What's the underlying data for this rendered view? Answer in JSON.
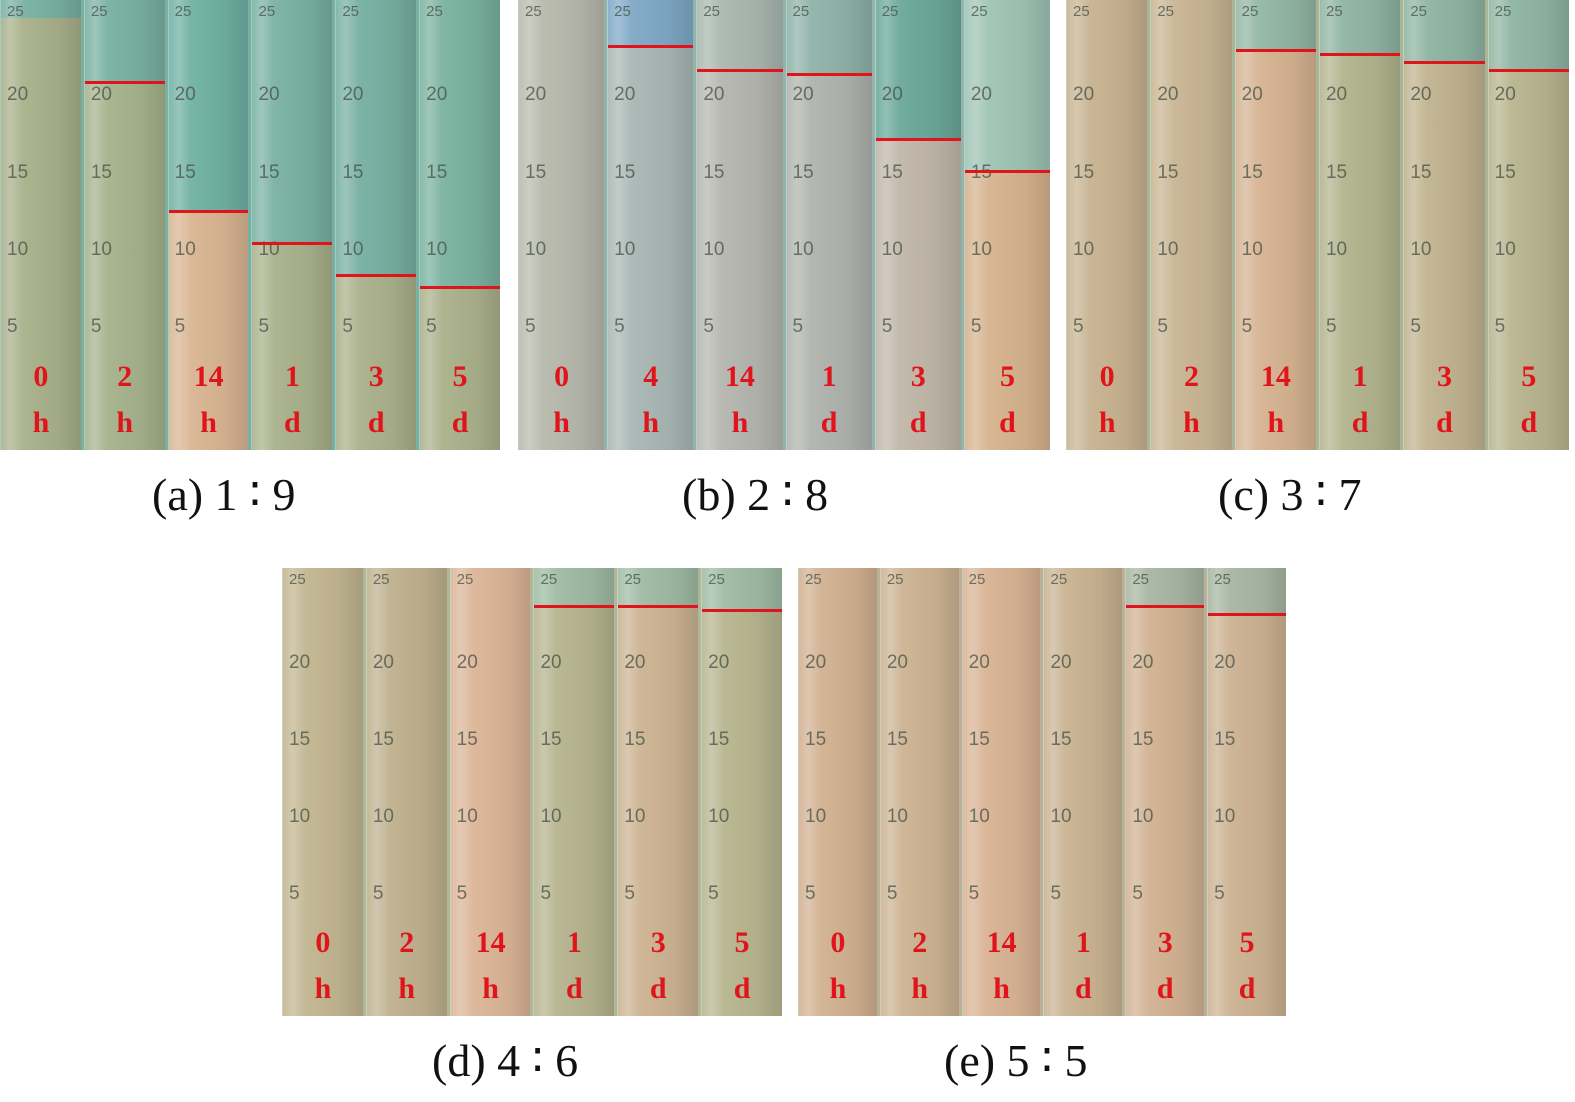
{
  "panels": [
    {
      "caption": "(a) 1 ∶ 9",
      "bg": "#78b1a2",
      "cylinders": [
        {
          "num": "0",
          "unit": "h",
          "settled": 1.0,
          "bottom": "#a8b08a",
          "top": "#78b1a2"
        },
        {
          "num": "2",
          "unit": "h",
          "settled": 0.84,
          "bottom": "#a6b28c",
          "top": "#78b1a2"
        },
        {
          "num": "14",
          "unit": "h",
          "settled": 0.52,
          "bottom": "#d9b592",
          "top": "#6fb1a3"
        },
        {
          "num": "1",
          "unit": "d",
          "settled": 0.44,
          "bottom": "#a9b18b",
          "top": "#79b1a3"
        },
        {
          "num": "3",
          "unit": "d",
          "settled": 0.36,
          "bottom": "#aab18b",
          "top": "#77b0a2"
        },
        {
          "num": "5",
          "unit": "d",
          "settled": 0.33,
          "bottom": "#aab18b",
          "top": "#7ab29f"
        }
      ]
    },
    {
      "caption": "(b) 2 ∶ 8",
      "bg": "#8fb5ad",
      "cylinders": [
        {
          "num": "0",
          "unit": "h",
          "settled": 1.0,
          "bottom": "#b8b9ad",
          "top": "#b8b9ad"
        },
        {
          "num": "4",
          "unit": "h",
          "settled": 0.93,
          "bottom": "#a9b7b4",
          "top": "#7fa9c6"
        },
        {
          "num": "14",
          "unit": "h",
          "settled": 0.87,
          "bottom": "#b6b6b0",
          "top": "#a8b8b0"
        },
        {
          "num": "1",
          "unit": "d",
          "settled": 0.86,
          "bottom": "#b0b3ae",
          "top": "#8fb3a9"
        },
        {
          "num": "3",
          "unit": "d",
          "settled": 0.7,
          "bottom": "#c0b7a8",
          "top": "#6aa89a"
        },
        {
          "num": "5",
          "unit": "d",
          "settled": 0.62,
          "bottom": "#d6b38e",
          "top": "#9ec4b4"
        }
      ]
    },
    {
      "caption": "(c) 3 ∶ 7",
      "bg": "#a9b597",
      "cylinders": [
        {
          "num": "0",
          "unit": "h",
          "settled": 1.0,
          "bottom": "#c8b390",
          "top": "#c8b390"
        },
        {
          "num": "2",
          "unit": "h",
          "settled": 1.0,
          "bottom": "#c9b593",
          "top": "#c9b593"
        },
        {
          "num": "14",
          "unit": "h",
          "settled": 0.92,
          "bottom": "#d6b392",
          "top": "#93b7a4"
        },
        {
          "num": "1",
          "unit": "d",
          "settled": 0.91,
          "bottom": "#b2b48e",
          "top": "#8fb5a3"
        },
        {
          "num": "3",
          "unit": "d",
          "settled": 0.89,
          "bottom": "#c0b38f",
          "top": "#8fb5a3"
        },
        {
          "num": "5",
          "unit": "d",
          "settled": 0.87,
          "bottom": "#b9b48f",
          "top": "#8fb5a3"
        }
      ]
    },
    {
      "caption": "(d) 4 ∶ 6",
      "bg": "#aeb898",
      "cylinders": [
        {
          "num": "0",
          "unit": "h",
          "settled": 1.0,
          "bottom": "#c2b690",
          "top": "#c2b690"
        },
        {
          "num": "2",
          "unit": "h",
          "settled": 1.0,
          "bottom": "#bfb18e",
          "top": "#bfb18e"
        },
        {
          "num": "14",
          "unit": "h",
          "settled": 1.0,
          "bottom": "#dcb597",
          "top": "#dcb597"
        },
        {
          "num": "1",
          "unit": "d",
          "settled": 0.95,
          "bottom": "#b7b48f",
          "top": "#9fbba4"
        },
        {
          "num": "3",
          "unit": "d",
          "settled": 0.95,
          "bottom": "#ccb392",
          "top": "#9fbba4"
        },
        {
          "num": "5",
          "unit": "d",
          "settled": 0.94,
          "bottom": "#b8b58f",
          "top": "#9fbba4"
        }
      ]
    },
    {
      "caption": "(e) 5 ∶ 5",
      "bg": "#b9b29a",
      "cylinders": [
        {
          "num": "0",
          "unit": "h",
          "settled": 1.0,
          "bottom": "#d2b191",
          "top": "#d2b191"
        },
        {
          "num": "2",
          "unit": "h",
          "settled": 1.0,
          "bottom": "#cdb392",
          "top": "#cdb392"
        },
        {
          "num": "14",
          "unit": "h",
          "settled": 1.0,
          "bottom": "#d9b494",
          "top": "#d9b494"
        },
        {
          "num": "1",
          "unit": "d",
          "settled": 1.0,
          "bottom": "#c9b391",
          "top": "#c9b391"
        },
        {
          "num": "3",
          "unit": "d",
          "settled": 0.95,
          "bottom": "#d2b292",
          "top": "#a8b6a2"
        },
        {
          "num": "5",
          "unit": "d",
          "settled": 0.93,
          "bottom": "#ccb292",
          "top": "#a8b6a2"
        }
      ]
    }
  ],
  "scale_ticks": [
    "25",
    "20",
    "15",
    "10",
    "5"
  ]
}
